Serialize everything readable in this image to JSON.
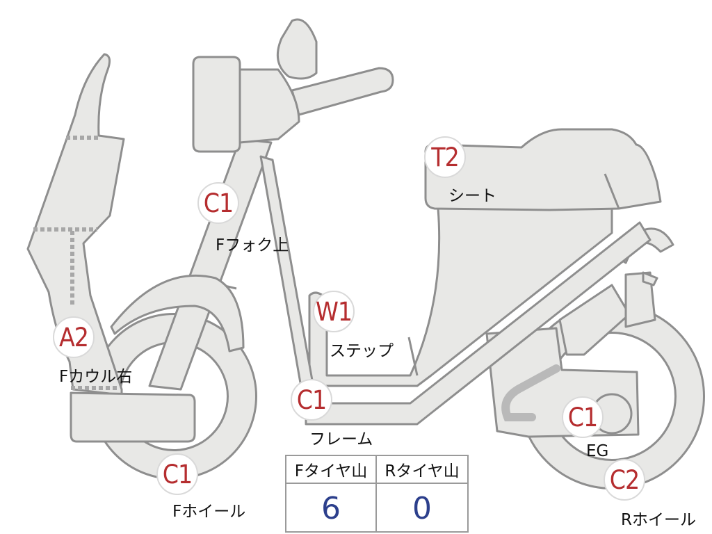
{
  "markers": {
    "front_fork_upper": "C1",
    "front_cowl_right": "A2",
    "step": "W1",
    "seat": "T2",
    "frame": "C1",
    "front_wheel": "C1",
    "engine": "C1",
    "rear_wheel": "C2"
  },
  "labels": {
    "front_fork_upper": "Fフォク上",
    "front_cowl_right": "Fカウル右",
    "step": "ステップ",
    "seat": "シート",
    "frame": "フレーム",
    "front_wheel": "Fホイール",
    "engine": "EG",
    "rear_wheel": "Rホイール"
  },
  "tire_tread": {
    "front_header": "Fタイヤ山",
    "rear_header": "Rタイヤ山",
    "front_value": "6",
    "rear_value": "0"
  },
  "colors": {
    "marker_text": "#b52d2f",
    "value_text": "#2c3f8c",
    "part_fill": "#e8e8e6",
    "part_stroke": "#8e8e8e"
  }
}
